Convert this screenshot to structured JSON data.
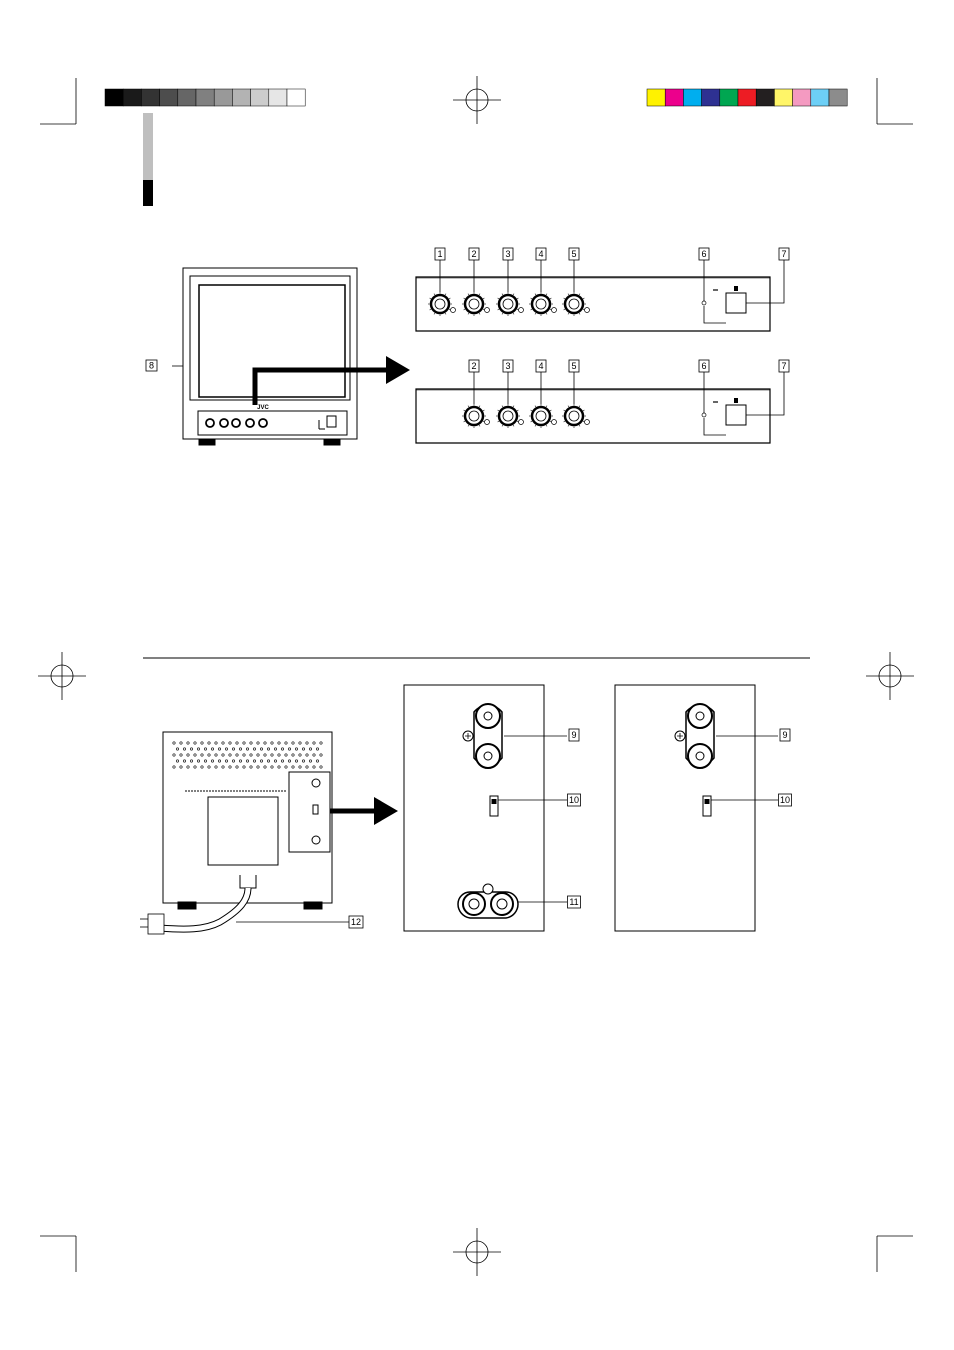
{
  "color_bars": {
    "gray_left": [
      "#000000",
      "#1a1a1a",
      "#333333",
      "#4d4d4d",
      "#666666",
      "#808080",
      "#999999",
      "#b3b3b3",
      "#cccccc",
      "#e6e6e6",
      "#ffffff"
    ],
    "color_right": [
      "#fff200",
      "#ec008c",
      "#00aeef",
      "#2e3192",
      "#00a651",
      "#ed1c24",
      "#231f20",
      "#fff568",
      "#f49ac1",
      "#6dcff6",
      "#8c8c8c"
    ]
  },
  "front_view": {
    "brand": "JVC",
    "callout": "8"
  },
  "front_panel_a": {
    "callouts": [
      "1",
      "2",
      "3",
      "4",
      "5",
      "6",
      "7"
    ]
  },
  "front_panel_b": {
    "callouts": [
      "2",
      "3",
      "4",
      "5",
      "6",
      "7"
    ]
  },
  "rear_view": {
    "callout": "12"
  },
  "rear_panel_a": {
    "callouts": [
      "9",
      "10",
      "11"
    ]
  },
  "rear_panel_b": {
    "callouts": [
      "9",
      "10"
    ]
  },
  "icons": [
    "registration-mark-icon",
    "crop-mark-icon",
    "arrow-right-icon",
    "knob-icon",
    "plug-icon"
  ]
}
